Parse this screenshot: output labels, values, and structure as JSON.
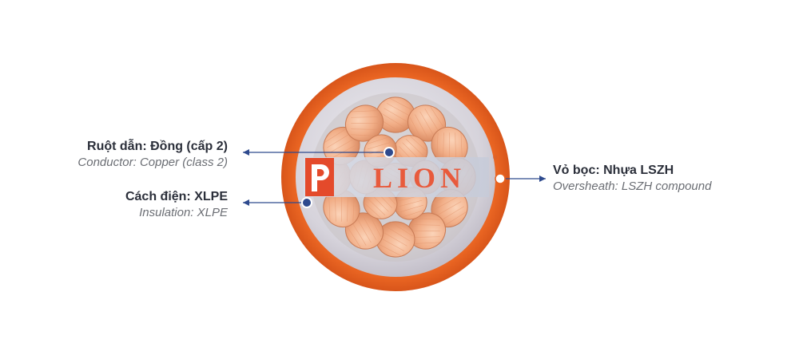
{
  "labels": {
    "conductor": {
      "main": "Ruột dẫn: Đồng (cấp 2)",
      "sub": "Conductor: Copper (class 2)"
    },
    "insulation": {
      "main": "Cách điện: XLPE",
      "sub": "Insulation: XLPE"
    },
    "oversheath": {
      "main": "Vỏ bọc: Nhựa LSZH",
      "sub": "Oversheath: LSZH compound"
    }
  },
  "watermark": {
    "text": "LION",
    "mark": "®"
  },
  "colors": {
    "sheath": "#e8611f",
    "sheath_dark": "#c94c10",
    "insulation": "#d9d6de",
    "copper": "#f2b48f",
    "copper_dark": "#d9865e",
    "leader": "#2e4a8e",
    "text_main": "#2b2f3a",
    "text_sub": "#6b6e74"
  }
}
